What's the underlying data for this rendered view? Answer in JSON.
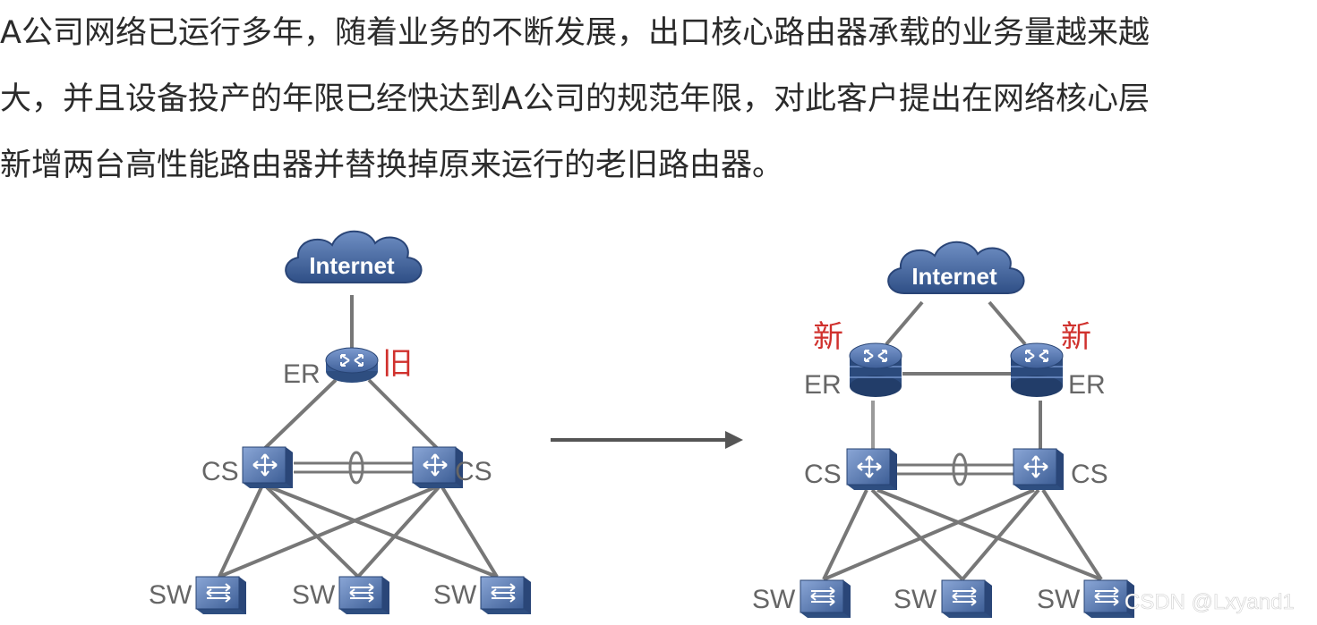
{
  "intro": {
    "lines": [
      "A公司网络已运行多年，随着业务的不断发展，出口核心路由器承载的业务量越来越",
      "大，并且设备投产的年限已经快达到A公司的规范年限，对此客户提出在网络核心层",
      "新增两台高性能路由器并替换掉原来运行的老旧路由器。"
    ]
  },
  "left": {
    "cloud": "Internet",
    "er_label": "ER",
    "old_tag": "旧",
    "cs_left": "CS",
    "cs_right": "CS",
    "sw_labels": [
      "SW",
      "SW",
      "SW"
    ]
  },
  "right": {
    "cloud": "Internet",
    "new_tag_left": "新",
    "new_tag_right": "新",
    "er_left": "ER",
    "er_right": "ER",
    "cs_left": "CS",
    "cs_right": "CS",
    "sw_labels": [
      "SW",
      "SW",
      "SW"
    ]
  },
  "watermark": "CSDN @Lxyand1",
  "colors": {
    "device": "#4a6fa8",
    "device_dark": "#2e4e80",
    "link": "#777777",
    "tag": "#d0312d",
    "text": "#2b2b2b"
  }
}
